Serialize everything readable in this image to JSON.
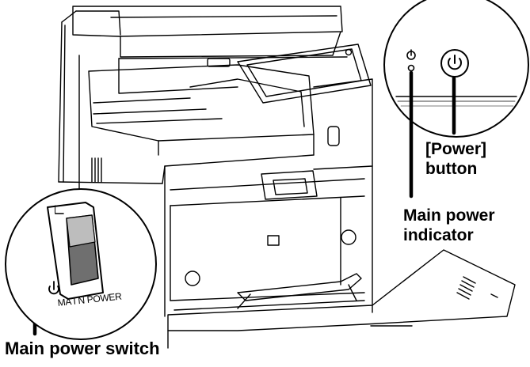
{
  "labels": {
    "power_button_line1": "[Power]",
    "power_button_line2": "button",
    "main_indicator_line1": "Main power",
    "main_indicator_line2": "indicator",
    "main_switch": "Main power switch",
    "switch_marking": "MA I N POWER",
    "switch_on_mark": "|"
  },
  "colors": {
    "outline": "#000000",
    "switch_rocker_dark": "#6f6f6f",
    "switch_rocker_light": "#bdbdbd",
    "background": "#ffffff"
  },
  "icons": [
    "power-standby-icon",
    "power-button-icon",
    "power-symbol-icon"
  ]
}
